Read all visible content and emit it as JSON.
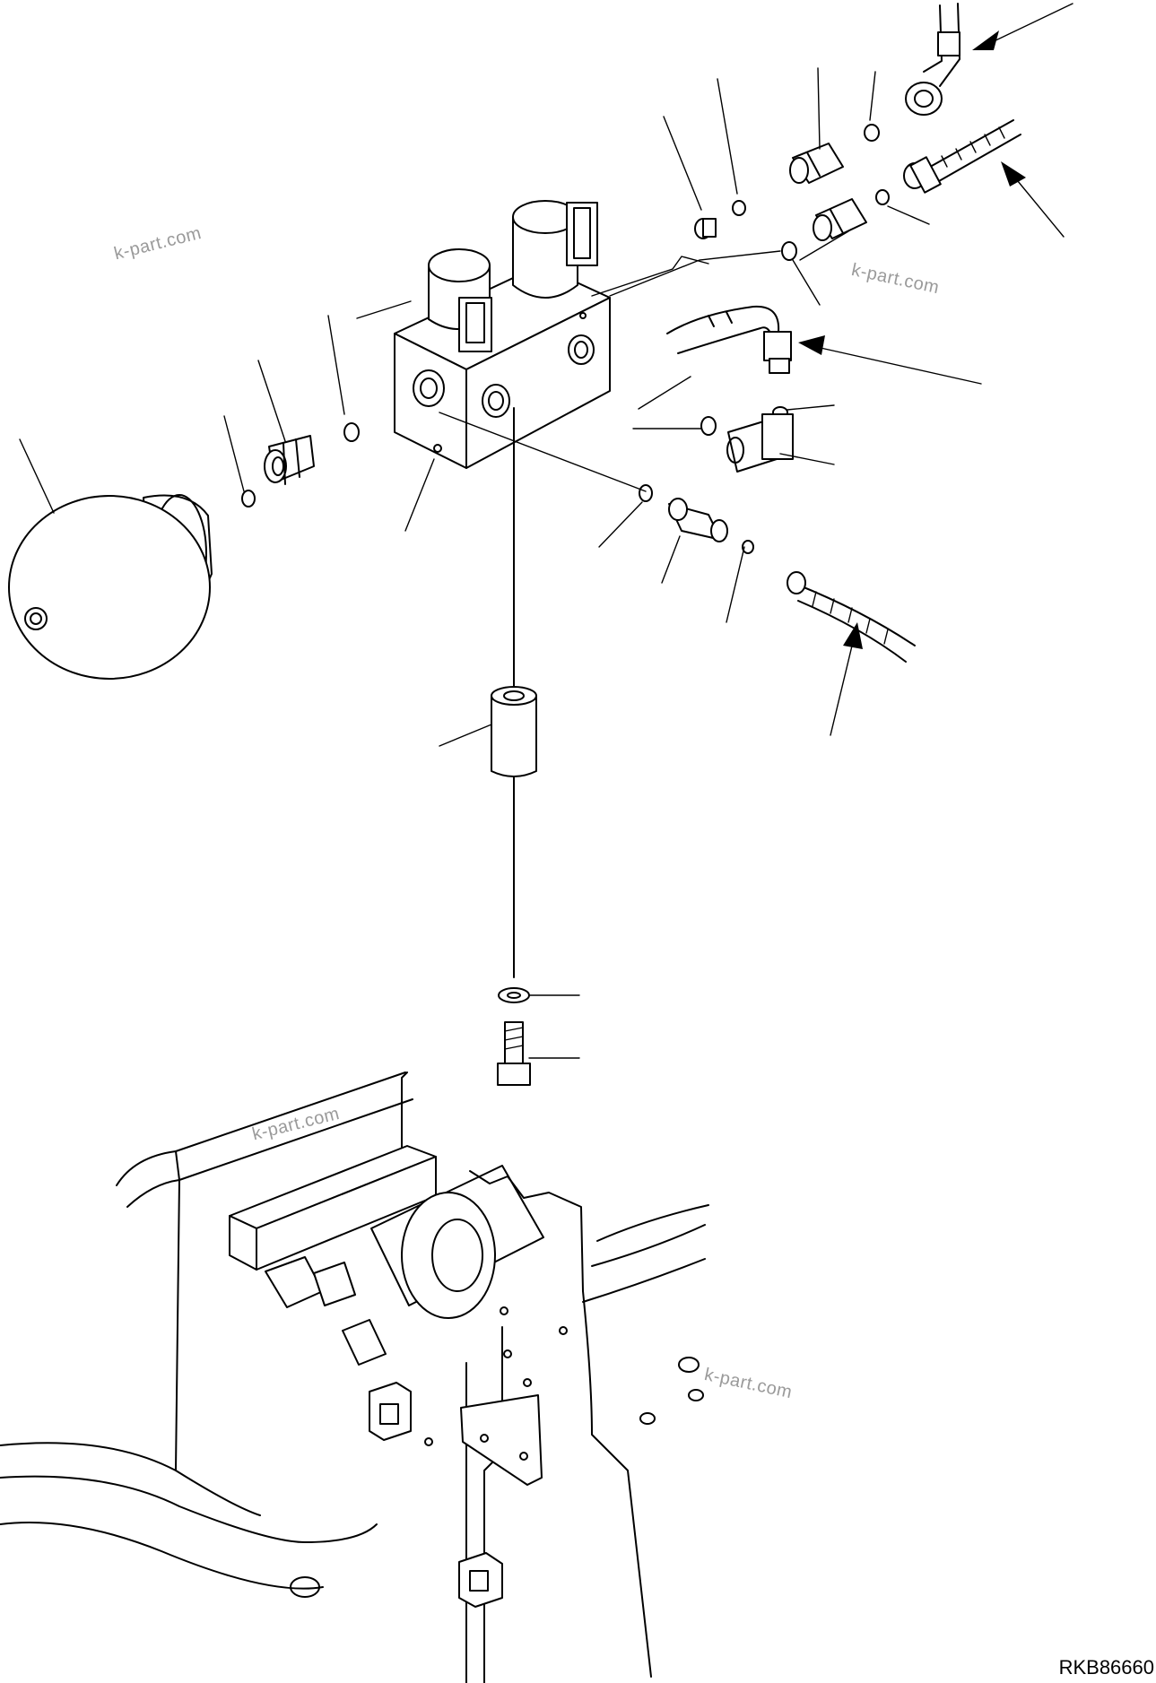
{
  "watermarks": [
    "k-part.com",
    "k-part.com",
    "k-part.com",
    "k-part.com"
  ],
  "drawing_code": "RKB86660"
}
